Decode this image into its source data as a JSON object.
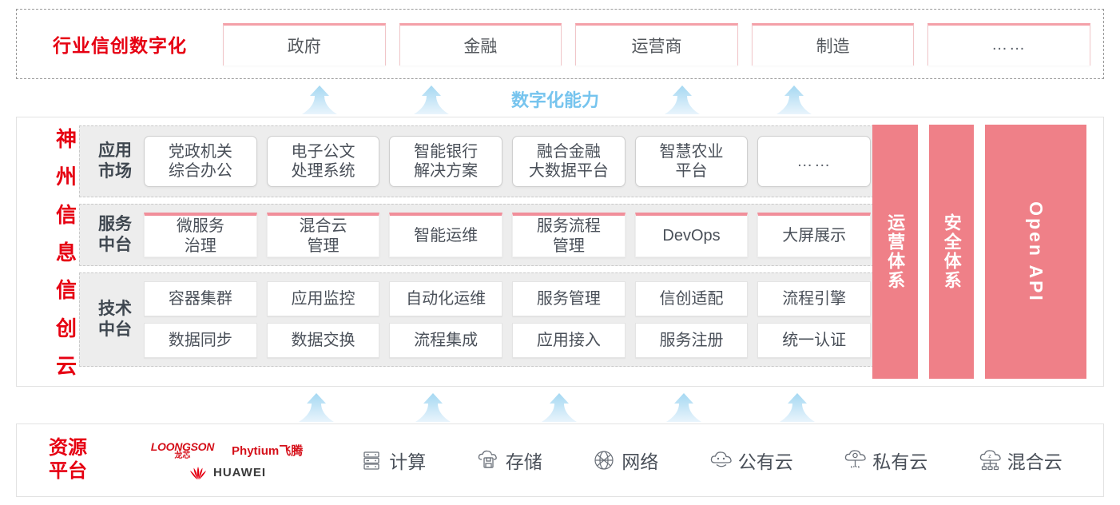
{
  "industry": {
    "title": "行业信创数字化",
    "boxes": [
      {
        "label": "政府"
      },
      {
        "label": "金融"
      },
      {
        "label": "运营商"
      },
      {
        "label": "制造"
      },
      {
        "label": "……"
      }
    ]
  },
  "capability": {
    "label": "数字化能力",
    "color": "#76c4ee",
    "arrow_count": 4
  },
  "cloud": {
    "title_chars": [
      "神",
      "州",
      "信",
      "息",
      "信",
      "创",
      "云"
    ],
    "title_color": "#e60012",
    "layers": [
      {
        "name": "app-market",
        "label": "应用\n市场",
        "label_line1": "应用",
        "label_line2": "市场",
        "items": [
          "党政机关\n综合办公",
          "电子公文\n处理系统",
          "智能银行\n解决方案",
          "融合金融\n大数据平台",
          "智慧农业\n平台",
          "……"
        ]
      },
      {
        "name": "service-platform",
        "label_line1": "服务",
        "label_line2": "中台",
        "items": [
          "微服务\n治理",
          "混合云\n管理",
          "智能运维",
          "服务流程\n管理",
          "DevOps",
          "大屏展示"
        ]
      },
      {
        "name": "tech-platform",
        "label_line1": "技术",
        "label_line2": "中台",
        "row1": [
          "容器集群",
          "应用监控",
          "自动化运维",
          "服务管理",
          "信创适配",
          "流程引擎"
        ],
        "row2": [
          "数据同步",
          "数据交换",
          "流程集成",
          "应用接入",
          "服务注册",
          "统一认证"
        ]
      }
    ],
    "pillars": [
      {
        "label": "运营体系",
        "orientation": "vertical-cjk"
      },
      {
        "label": "安全体系",
        "orientation": "vertical-cjk"
      },
      {
        "label": "Open API",
        "orientation": "rotated"
      }
    ],
    "pillar_color": "#ef8088"
  },
  "bottom_arrows": {
    "count": 5
  },
  "resource": {
    "title_line1": "资源",
    "title_line2": "平台",
    "title_color": "#e60012",
    "vendors": [
      {
        "name": "loongson",
        "en": "LOONGSON",
        "cn": "龙芯"
      },
      {
        "name": "phytium",
        "text": "Phytium飞腾"
      },
      {
        "name": "huawei",
        "text": "HUAWEI"
      }
    ],
    "items": [
      {
        "icon": "server-icon",
        "label": "计算"
      },
      {
        "icon": "cloud-storage-icon",
        "label": "存储"
      },
      {
        "icon": "network-icon",
        "label": "网络"
      },
      {
        "icon": "public-cloud-icon",
        "label": "公有云"
      },
      {
        "icon": "private-cloud-icon",
        "label": "私有云"
      },
      {
        "icon": "hybrid-cloud-icon",
        "label": "混合云"
      }
    ]
  }
}
